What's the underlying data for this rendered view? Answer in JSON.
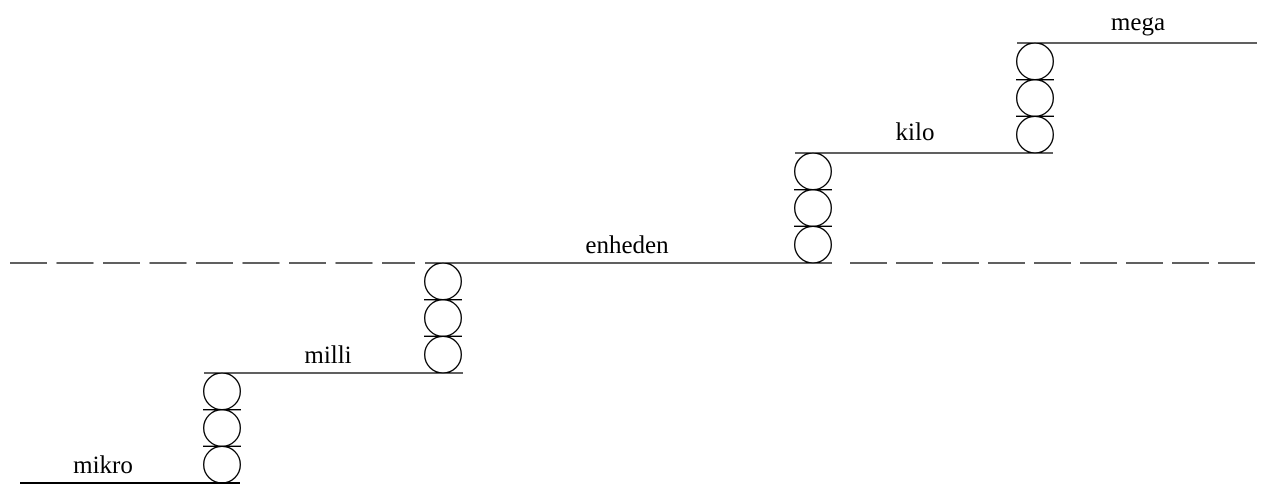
{
  "diagram": {
    "levels": [
      {
        "label": "mikro"
      },
      {
        "label": "milli"
      },
      {
        "label": "enheden"
      },
      {
        "label": "kilo"
      },
      {
        "label": "mega"
      }
    ],
    "circles_per_step": 3,
    "colors": {
      "line": "#000000",
      "background": "#ffffff"
    }
  }
}
